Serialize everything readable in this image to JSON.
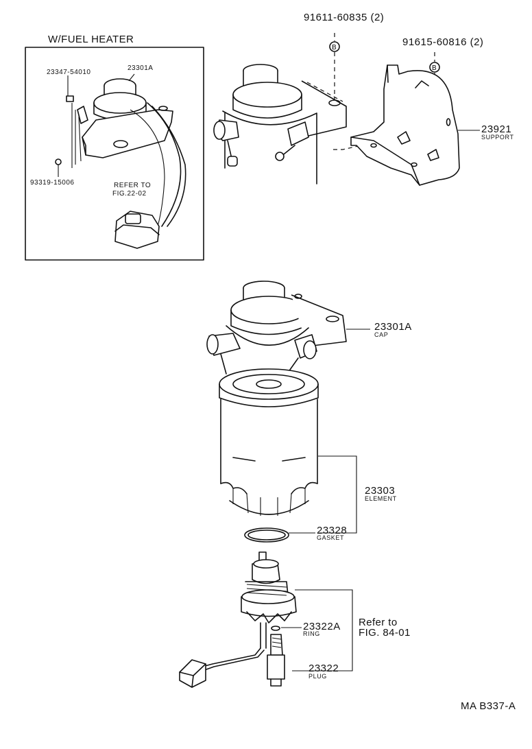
{
  "inset": {
    "title": "W/FUEL HEATER",
    "part_sensor_switch": "23347-54010",
    "part_cap": "23301A",
    "part_screw": "93319-15006",
    "refer_line1": "REFER TO",
    "refer_line2": "FIG.22-02"
  },
  "bolts": {
    "bolt1": "91611-60835 (2)",
    "bolt2": "91615-60816 (2)",
    "marker": "B"
  },
  "support": {
    "number": "23921",
    "name": "SUPPORT"
  },
  "cap": {
    "number": "23301A",
    "name": "CAP"
  },
  "element": {
    "number": "23303",
    "name": "ELEMENT"
  },
  "gasket": {
    "number": "23328",
    "name": "GASKET"
  },
  "ring": {
    "number": "23322A",
    "name": "RING"
  },
  "plug": {
    "number": "23322",
    "name": "PLUG"
  },
  "refer_main": {
    "line1": "Refer to",
    "line2": "FIG. 84-01"
  },
  "footer_code": "MA B337-A",
  "colors": {
    "line": "#111111",
    "background": "#ffffff"
  }
}
